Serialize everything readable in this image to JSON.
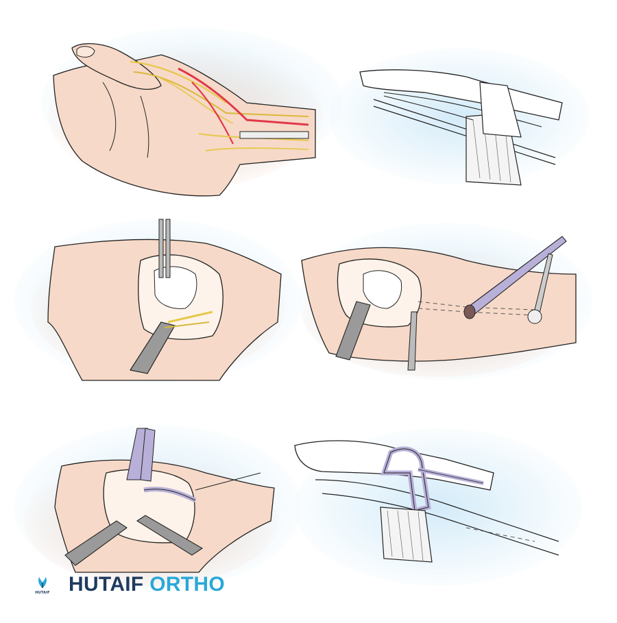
{
  "brand": {
    "logo_text": "HUTAIF",
    "word_primary": "HUTAIF",
    "word_secondary": "ORTHO",
    "color_primary": "#1f3a5f",
    "color_accent": "#2aa8d8"
  },
  "illustration": {
    "panel_count": 6,
    "colors": {
      "skin": "#f7dccc",
      "backdrop": "#cfe9f8",
      "nerve": "#e6c84a",
      "artery": "#e0394a",
      "retractor": "#9a9a9a",
      "tendon_strip": "#b8b0d8",
      "line": "#222222"
    }
  }
}
